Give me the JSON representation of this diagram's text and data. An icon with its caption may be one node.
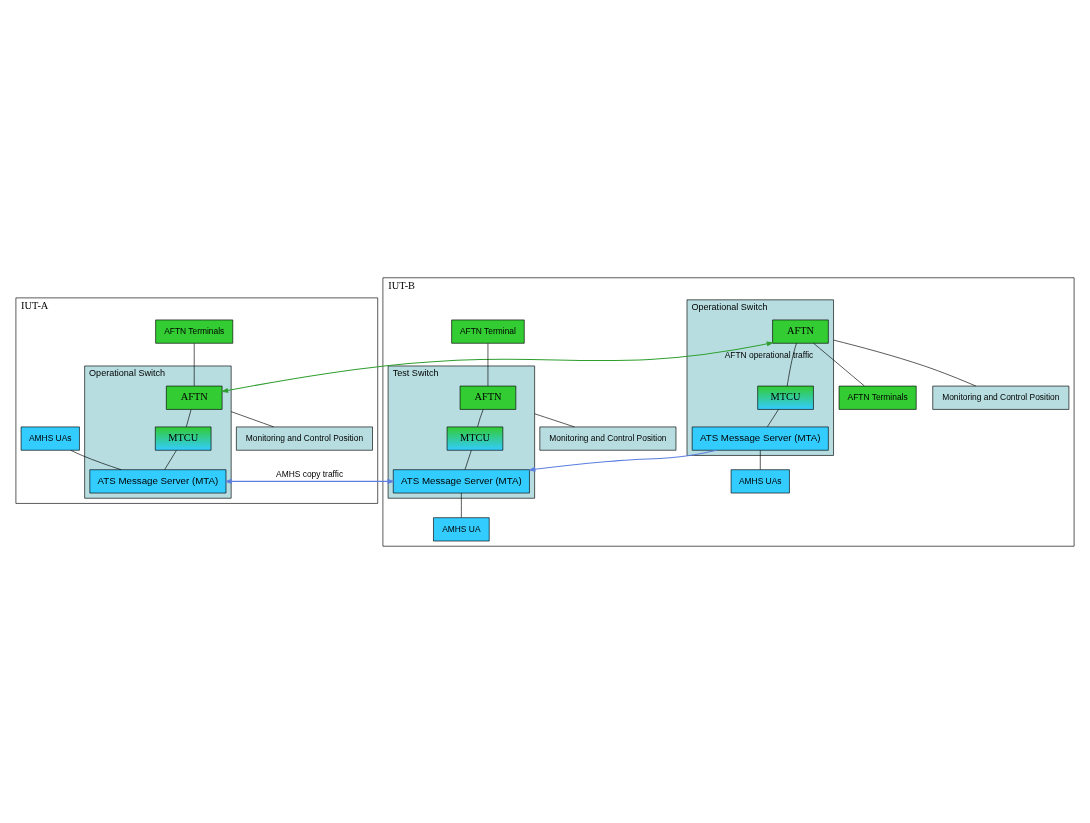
{
  "diagram": {
    "nodes": [
      {
        "text": [
          "IUT-A"
        ]
      },
      {
        "text": [
          "Operational Switch"
        ],
        "in": 0
      },
      {
        "text": [
          "AFTN Terminals"
        ],
        "in": 0
      },
      {
        "text": [
          "AFTN"
        ],
        "in": 1
      },
      {
        "text": [
          "MTCU"
        ],
        "in": 1
      },
      {
        "text": [
          "AMHS UAs"
        ],
        "in": 0
      },
      {
        "text": [
          "ATS Message Server (MTA)"
        ],
        "in": 1
      },
      {
        "text": [
          "Monitoring and Control Position"
        ],
        "in": 0
      },
      {
        "text": [
          "IUT-B"
        ]
      },
      {
        "text": [
          "AFTN Terminal"
        ],
        "in": 8
      },
      {
        "text": [
          "Operational Switch"
        ],
        "in": 8
      },
      {
        "text": [
          "Test Switch"
        ],
        "in": 8
      },
      {
        "text": [
          "AFTN"
        ],
        "in": 10
      },
      {
        "text": [
          "AFTN Terminals"
        ],
        "in": 8
      },
      {
        "text": [
          "AFTN"
        ],
        "in": 11
      },
      {
        "text": [
          "MTCU"
        ],
        "in": 10
      },
      {
        "text": [
          "MTCU"
        ],
        "in": 11
      },
      {
        "text": [
          "ATS Message Server (MTA)"
        ],
        "in": 10
      },
      {
        "text": [
          "AMHS UAs"
        ],
        "in": 8
      },
      {
        "text": [
          "ATS Message Server (MTA)"
        ],
        "in": 11
      },
      {
        "text": [
          "Monitoring and Control Position"
        ],
        "in": 8
      },
      {
        "text": [
          "Monitoring and Control Position"
        ],
        "in": 8
      },
      {
        "text": [
          "AMHS UA"
        ],
        "in": 8
      }
    ],
    "edges": [
      {
        "from": 2,
        "to": 3,
        "arrow": "none"
      },
      {
        "from": 3,
        "to": 4,
        "arrow": "none"
      },
      {
        "from": 4,
        "to": 6,
        "arrow": "none"
      },
      {
        "from": 5,
        "to": 6,
        "arrow": "none"
      },
      {
        "from": 1,
        "to": 7,
        "arrow": "none"
      },
      {
        "from": 3,
        "to": 12,
        "arrow": "both",
        "label": "AFTN operational traffic",
        "color": "#2e9e2e"
      },
      {
        "from": 6,
        "to": 19,
        "arrow": "both",
        "label": "AMHS copy traffic",
        "color": "#5b7fdf"
      },
      {
        "from": 17,
        "to": 19,
        "arrow": "to",
        "color": "#5b7fdf"
      },
      {
        "from": 9,
        "to": 14,
        "arrow": "none"
      },
      {
        "from": 14,
        "to": 16,
        "arrow": "none"
      },
      {
        "from": 16,
        "to": 19,
        "arrow": "none"
      },
      {
        "from": 11,
        "to": 21,
        "arrow": "none"
      },
      {
        "from": 19,
        "to": 22,
        "arrow": "none"
      },
      {
        "from": 12,
        "to": 13,
        "arrow": "none"
      },
      {
        "from": 12,
        "to": 15,
        "arrow": "none"
      },
      {
        "from": 15,
        "to": 17,
        "arrow": "none"
      },
      {
        "from": 17,
        "to": 18,
        "arrow": "none"
      },
      {
        "from": 10,
        "to": 20,
        "arrow": "none"
      }
    ]
  }
}
